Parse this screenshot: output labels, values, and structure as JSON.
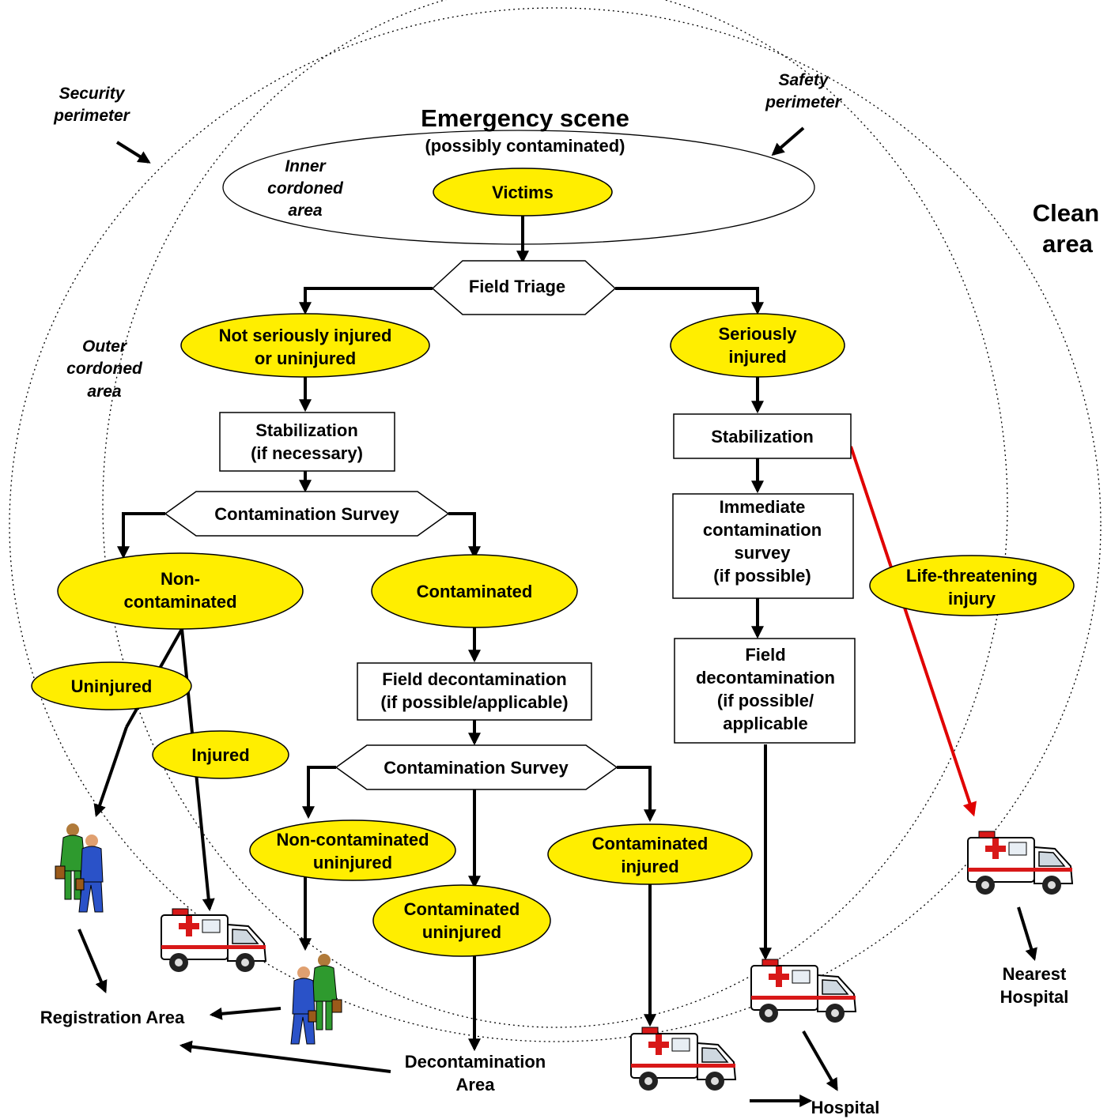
{
  "title": {
    "line1": "Emergency scene",
    "line2": "(possibly contaminated)"
  },
  "zones": {
    "security": [
      "Security",
      "perimeter"
    ],
    "safety": [
      "Safety",
      "perimeter"
    ],
    "inner": [
      "Inner",
      "cordoned",
      "area"
    ],
    "outer": [
      "Outer",
      "cordoned",
      "area"
    ],
    "clean": [
      "Clean",
      "area"
    ]
  },
  "nodes": {
    "victims": [
      "Victims"
    ],
    "field_triage": [
      "Field Triage"
    ],
    "not_serious": [
      "Not seriously injured",
      "or uninjured"
    ],
    "serious": [
      "Seriously",
      "injured"
    ],
    "stab_left": [
      "Stabilization",
      "(if necessary)"
    ],
    "stab_right": [
      "Stabilization"
    ],
    "survey1": [
      "Contamination Survey"
    ],
    "noncontam": [
      "Non-",
      "contaminated"
    ],
    "contam": [
      "Contaminated"
    ],
    "immediate_survey": [
      "Immediate",
      "contamination",
      "survey",
      "(if possible)"
    ],
    "life_threat": [
      "Life-threatening",
      "injury"
    ],
    "uninjured": [
      "Uninjured"
    ],
    "injured": [
      "Injured"
    ],
    "field_decon_mid": [
      "Field decontamination",
      "(if possible/applicable)"
    ],
    "field_decon_right": [
      "Field",
      "decontamination",
      "(if possible/",
      "applicable"
    ],
    "survey2": [
      "Contamination Survey"
    ],
    "noncontam_uninjured": [
      "Non-contaminated",
      "uninjured"
    ],
    "contam_uninjured": [
      "Contaminated",
      "uninjured"
    ],
    "contam_injured": [
      "Contaminated",
      "injured"
    ]
  },
  "destinations": {
    "registration": [
      "Registration Area"
    ],
    "decon_area": [
      "Decontamination",
      "Area"
    ],
    "hospital": [
      "Hospital"
    ],
    "nearest_hospital": [
      "Nearest",
      "Hospital"
    ]
  },
  "colors": {
    "node_fill": "#ffee00",
    "red_arrow": "#e00000",
    "person_green": "#2e9a2e",
    "person_blue": "#2a52c8",
    "ambulance_red": "#d81818"
  }
}
